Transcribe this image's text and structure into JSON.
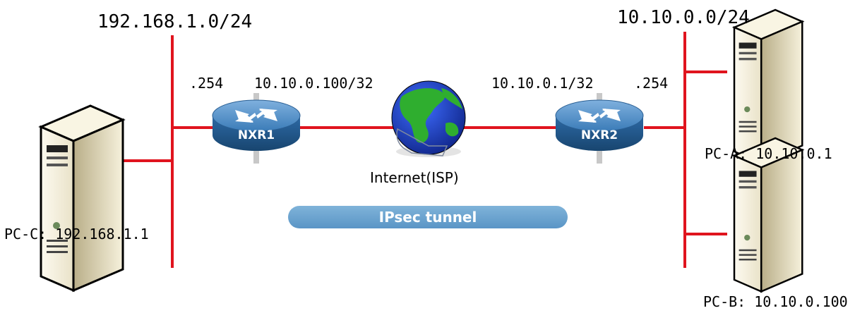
{
  "networks": {
    "left": "192.168.1.0/24",
    "right": "10.10.0.0/24"
  },
  "nxr1": {
    "name": "NXR1",
    "lan_ip": ".254",
    "wan_ip": "10.10.0.100/32"
  },
  "nxr2": {
    "name": "NXR2",
    "lan_ip": ".254",
    "wan_ip": "10.10.0.1/32"
  },
  "internet": {
    "label": "Internet(ISP)"
  },
  "tunnel": {
    "label": "IPsec tunnel"
  },
  "hosts": {
    "pc_c": "PC-C: 192.168.1.1",
    "pc_a": "PC-A: 10.10.0.1",
    "pc_b": "PC-B: 10.10.0.100"
  },
  "colors": {
    "link": "#e0141e",
    "router": "#2f6fa8",
    "tunnel": "#6aa3d1",
    "globe_ocean": "#1d3fbf",
    "globe_land": "#2fae2f"
  }
}
